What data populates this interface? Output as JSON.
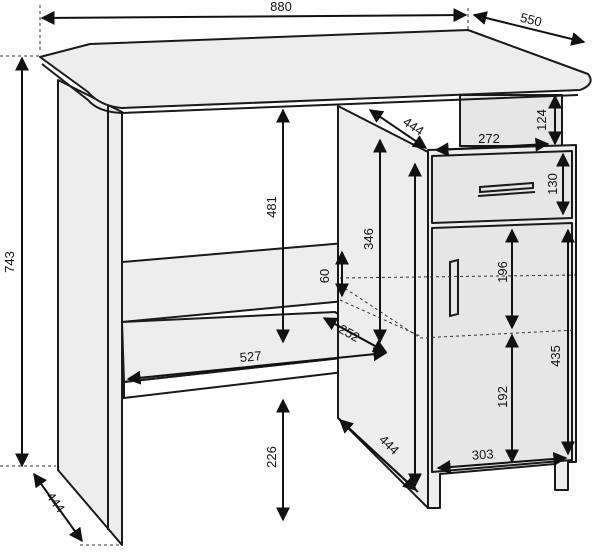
{
  "drawing": {
    "dimensions": {
      "top_width": "880",
      "depth": "550",
      "total_height": "743",
      "base_depth": "444",
      "leg_clearance": "481",
      "lower_clearance": "226",
      "shelf_width": "527",
      "shelf_depth": "252",
      "panel_height": "60",
      "cabinet_depth_top": "444",
      "cabinet_depth_bottom": "444",
      "cabinet_height": "346",
      "drawer_width": "272",
      "drawer_gap": "124",
      "drawer_height": "130",
      "upper_door_section": "196",
      "door_height": "435",
      "lower_door_section": "192",
      "door_width": "303"
    }
  }
}
